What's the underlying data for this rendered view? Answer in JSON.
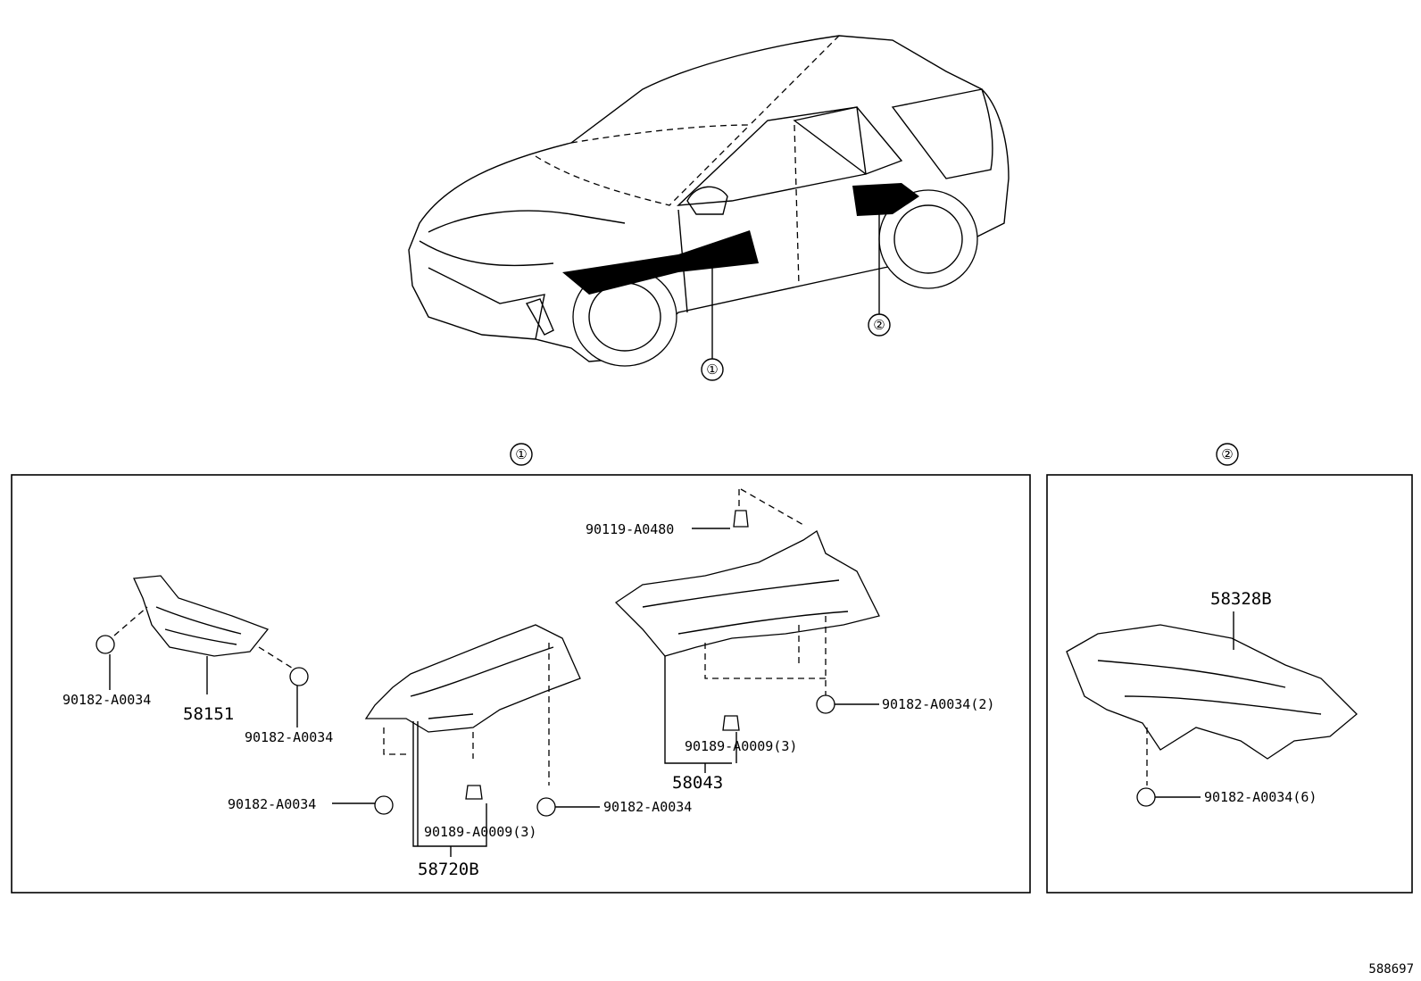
{
  "diagram": {
    "figure_number": "588697",
    "overview": {
      "callout_1": "①",
      "callout_2": "②"
    },
    "panel_1": {
      "marker": "①",
      "parts": {
        "p58151": "58151",
        "p58720B": "58720B",
        "p58043": "58043",
        "clip_a_left": "90182-A0034",
        "clip_a_right": "90182-A0034",
        "clip_b_left": "90182-A0034",
        "clip_b_mid": "90189-A0009(3)",
        "clip_b_right": "90182-A0034",
        "bolt_c": "90119-A0480",
        "clip_c_mid": "90189-A0009(3)",
        "clip_c_right": "90182-A0034(2)"
      }
    },
    "panel_2": {
      "marker": "②",
      "parts": {
        "p58328B": "58328B",
        "clip": "90182-A0034(6)"
      }
    }
  }
}
